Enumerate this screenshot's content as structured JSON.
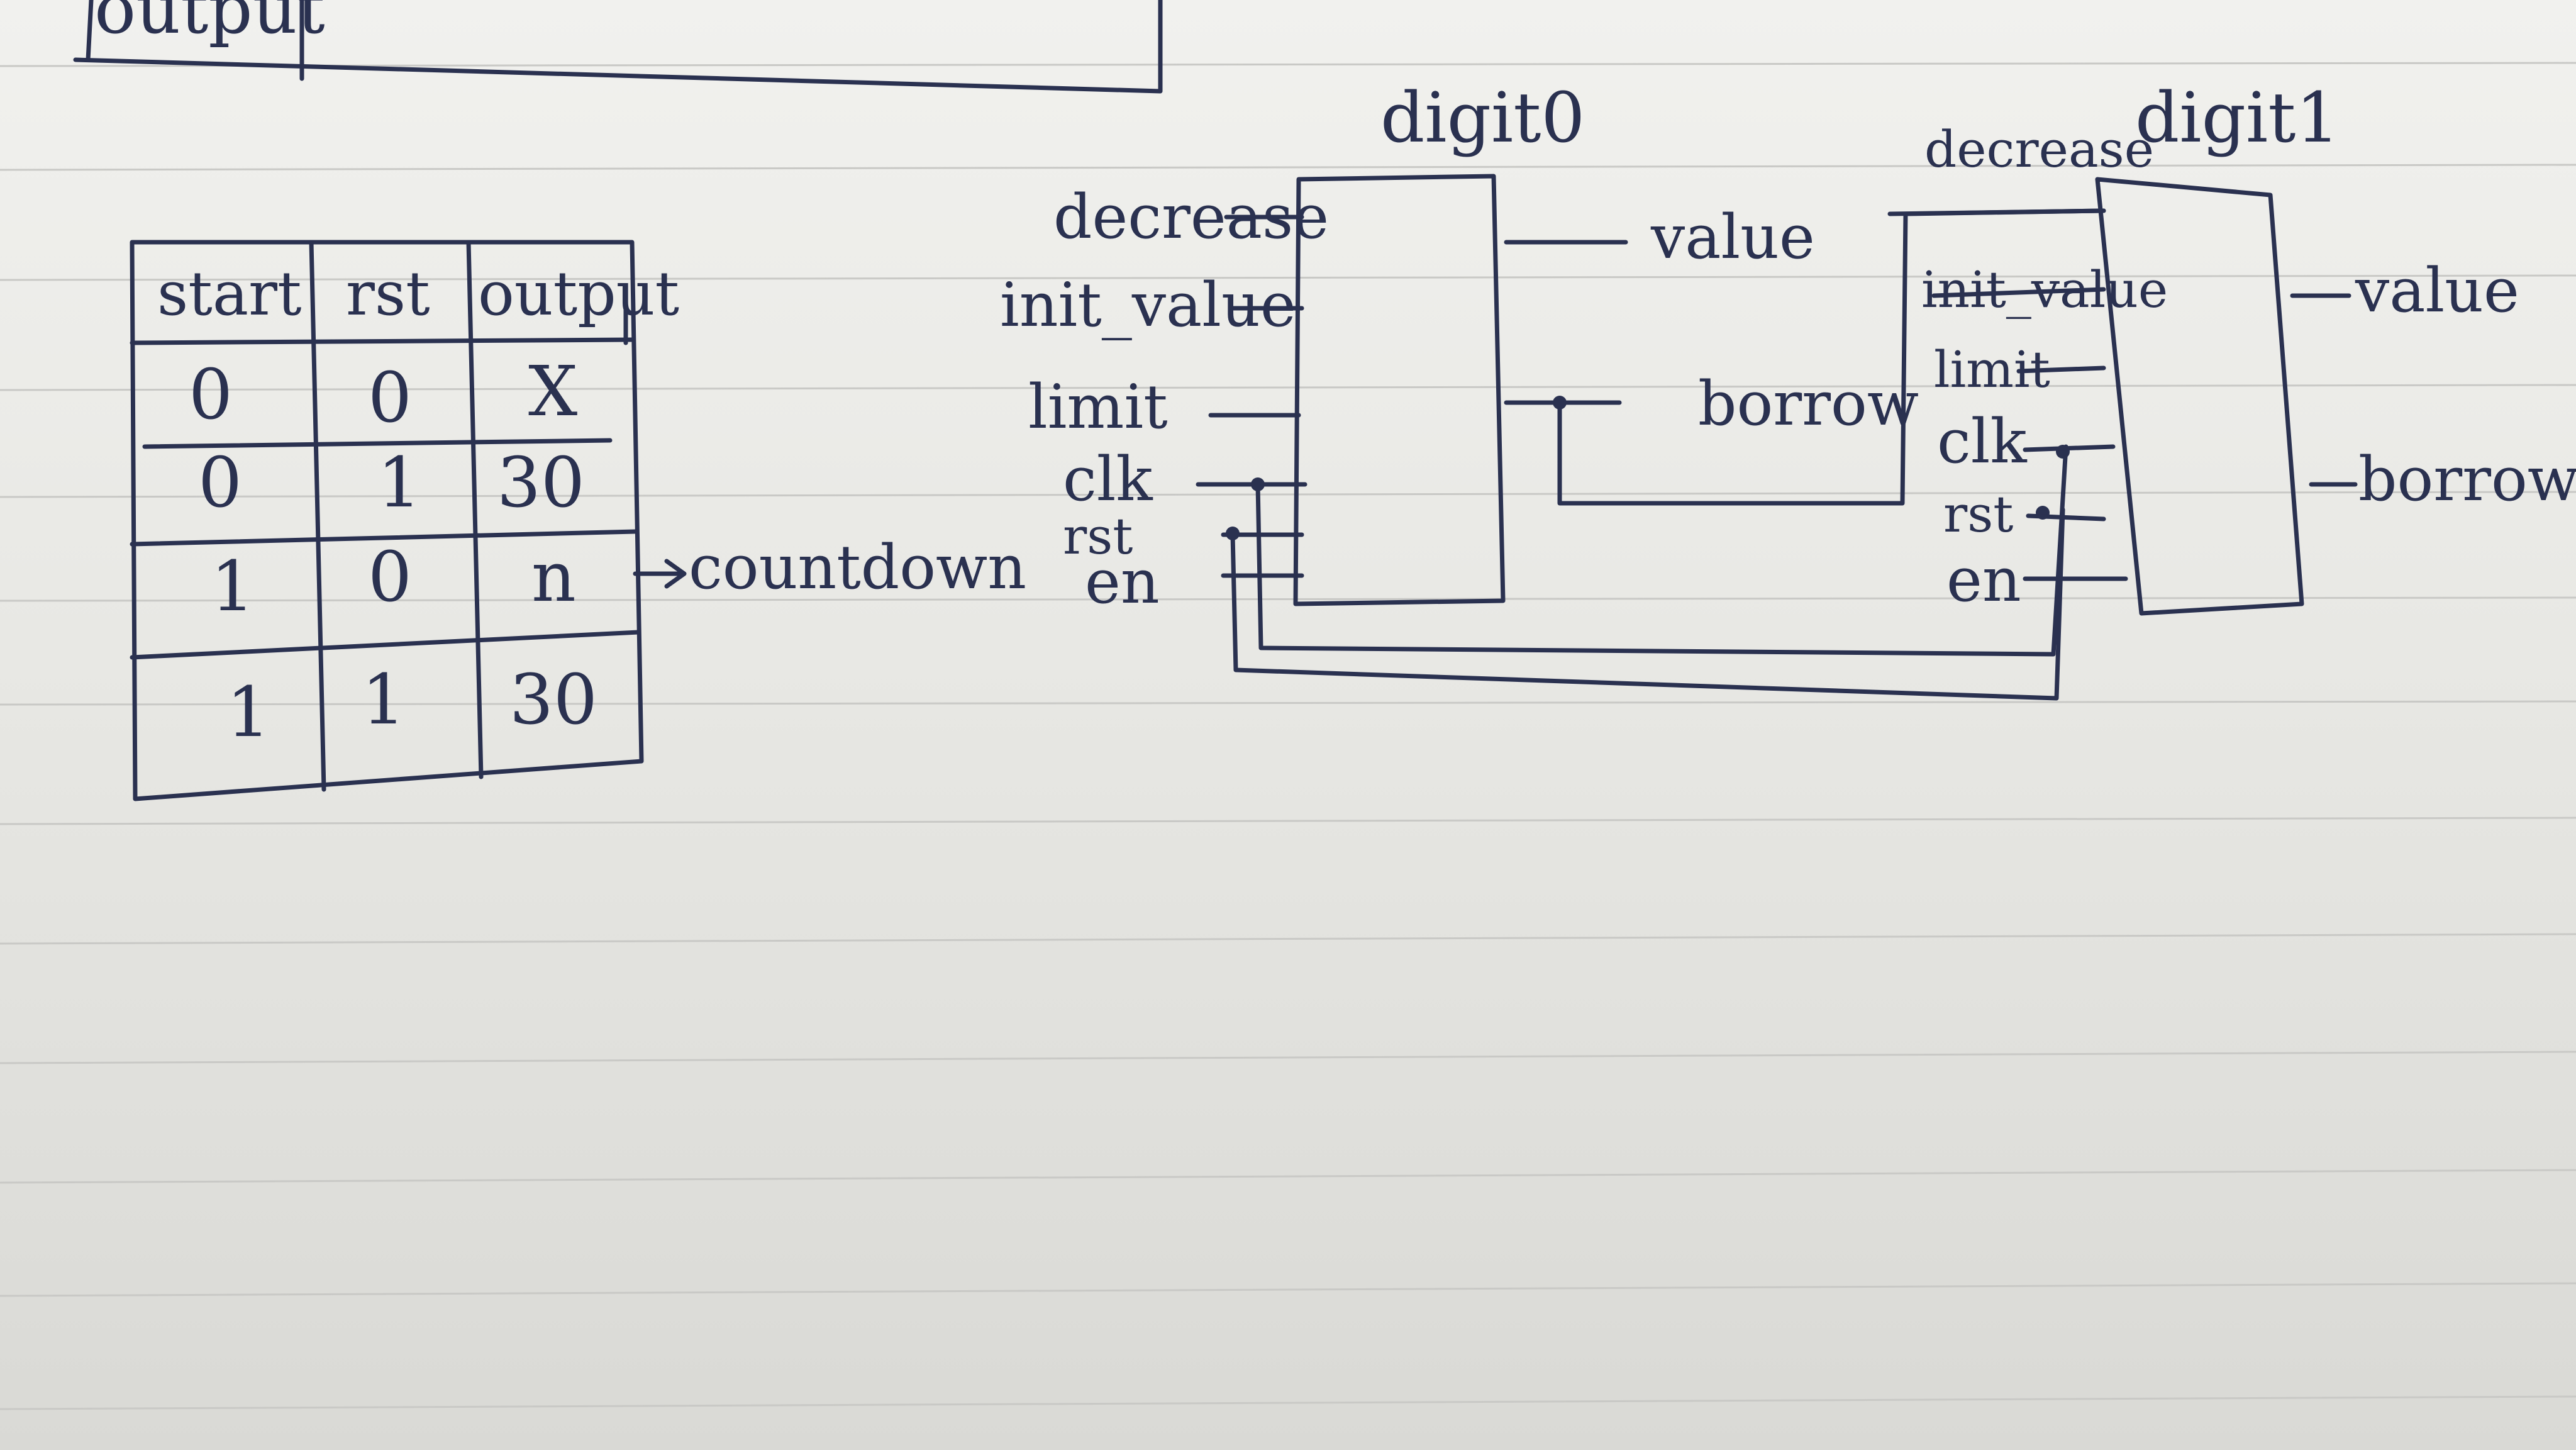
{
  "top_box": {
    "label": "output"
  },
  "truth_table": {
    "headers": [
      "start",
      "rst",
      "output"
    ],
    "rows": [
      [
        "0",
        "0",
        "X"
      ],
      [
        "0",
        "1",
        "30"
      ],
      [
        "1",
        "0",
        "n"
      ],
      [
        "1",
        "1",
        "30"
      ]
    ],
    "annotation": "countdown"
  },
  "digit0": {
    "title": "digit0",
    "inputs": {
      "decrease": "decrease",
      "init_value": "init_value",
      "limit": "limit",
      "clk": "clk",
      "rst": "rst",
      "en": "en"
    },
    "outputs": {
      "value": "value",
      "borrow": "borrow"
    }
  },
  "digit1": {
    "title": "digit1",
    "inputs": {
      "decrease": "decrease",
      "init_value": "init_value",
      "limit": "limit",
      "clk": "clk",
      "rst": "rst",
      "en": "en"
    },
    "outputs": {
      "value": "value",
      "borrow": "borrow"
    }
  },
  "colors": {
    "ink": "#2a3150",
    "paper": "#f1f1ee",
    "rule": "#c9c9c6"
  }
}
